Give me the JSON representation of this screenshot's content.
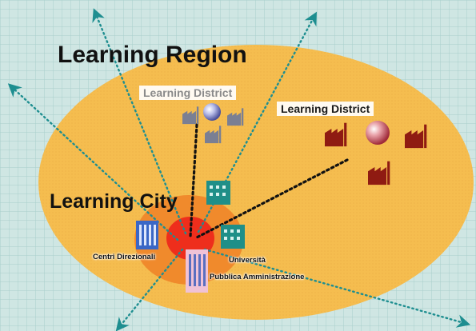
{
  "diagram": {
    "region_label": "Learning Region",
    "city_label": "Learning City",
    "district_labels": [
      "Learning District",
      "Learning District"
    ],
    "node_labels": {
      "centri": "Centri Direzionali",
      "universita": "Università",
      "pubblica": "Pubblica Amministrazione"
    },
    "colors": {
      "background": "#cfe6e3",
      "grid": "#a9cfcb",
      "region_fill": "#f5bd4f",
      "city_halo": "#f08a2c",
      "city_core": "#ee2e1c",
      "factory_grey": "#7a7f93",
      "factory_red": "#8f1b12",
      "building_teal": "#1f8f88",
      "building_blue": "#3a67c6",
      "building_pink": "#f0c2d6",
      "arrow_teal": "#1e8e90"
    },
    "icons": [
      "factory-icon",
      "sphere-icon",
      "office-building-icon",
      "arrow-icon"
    ]
  }
}
